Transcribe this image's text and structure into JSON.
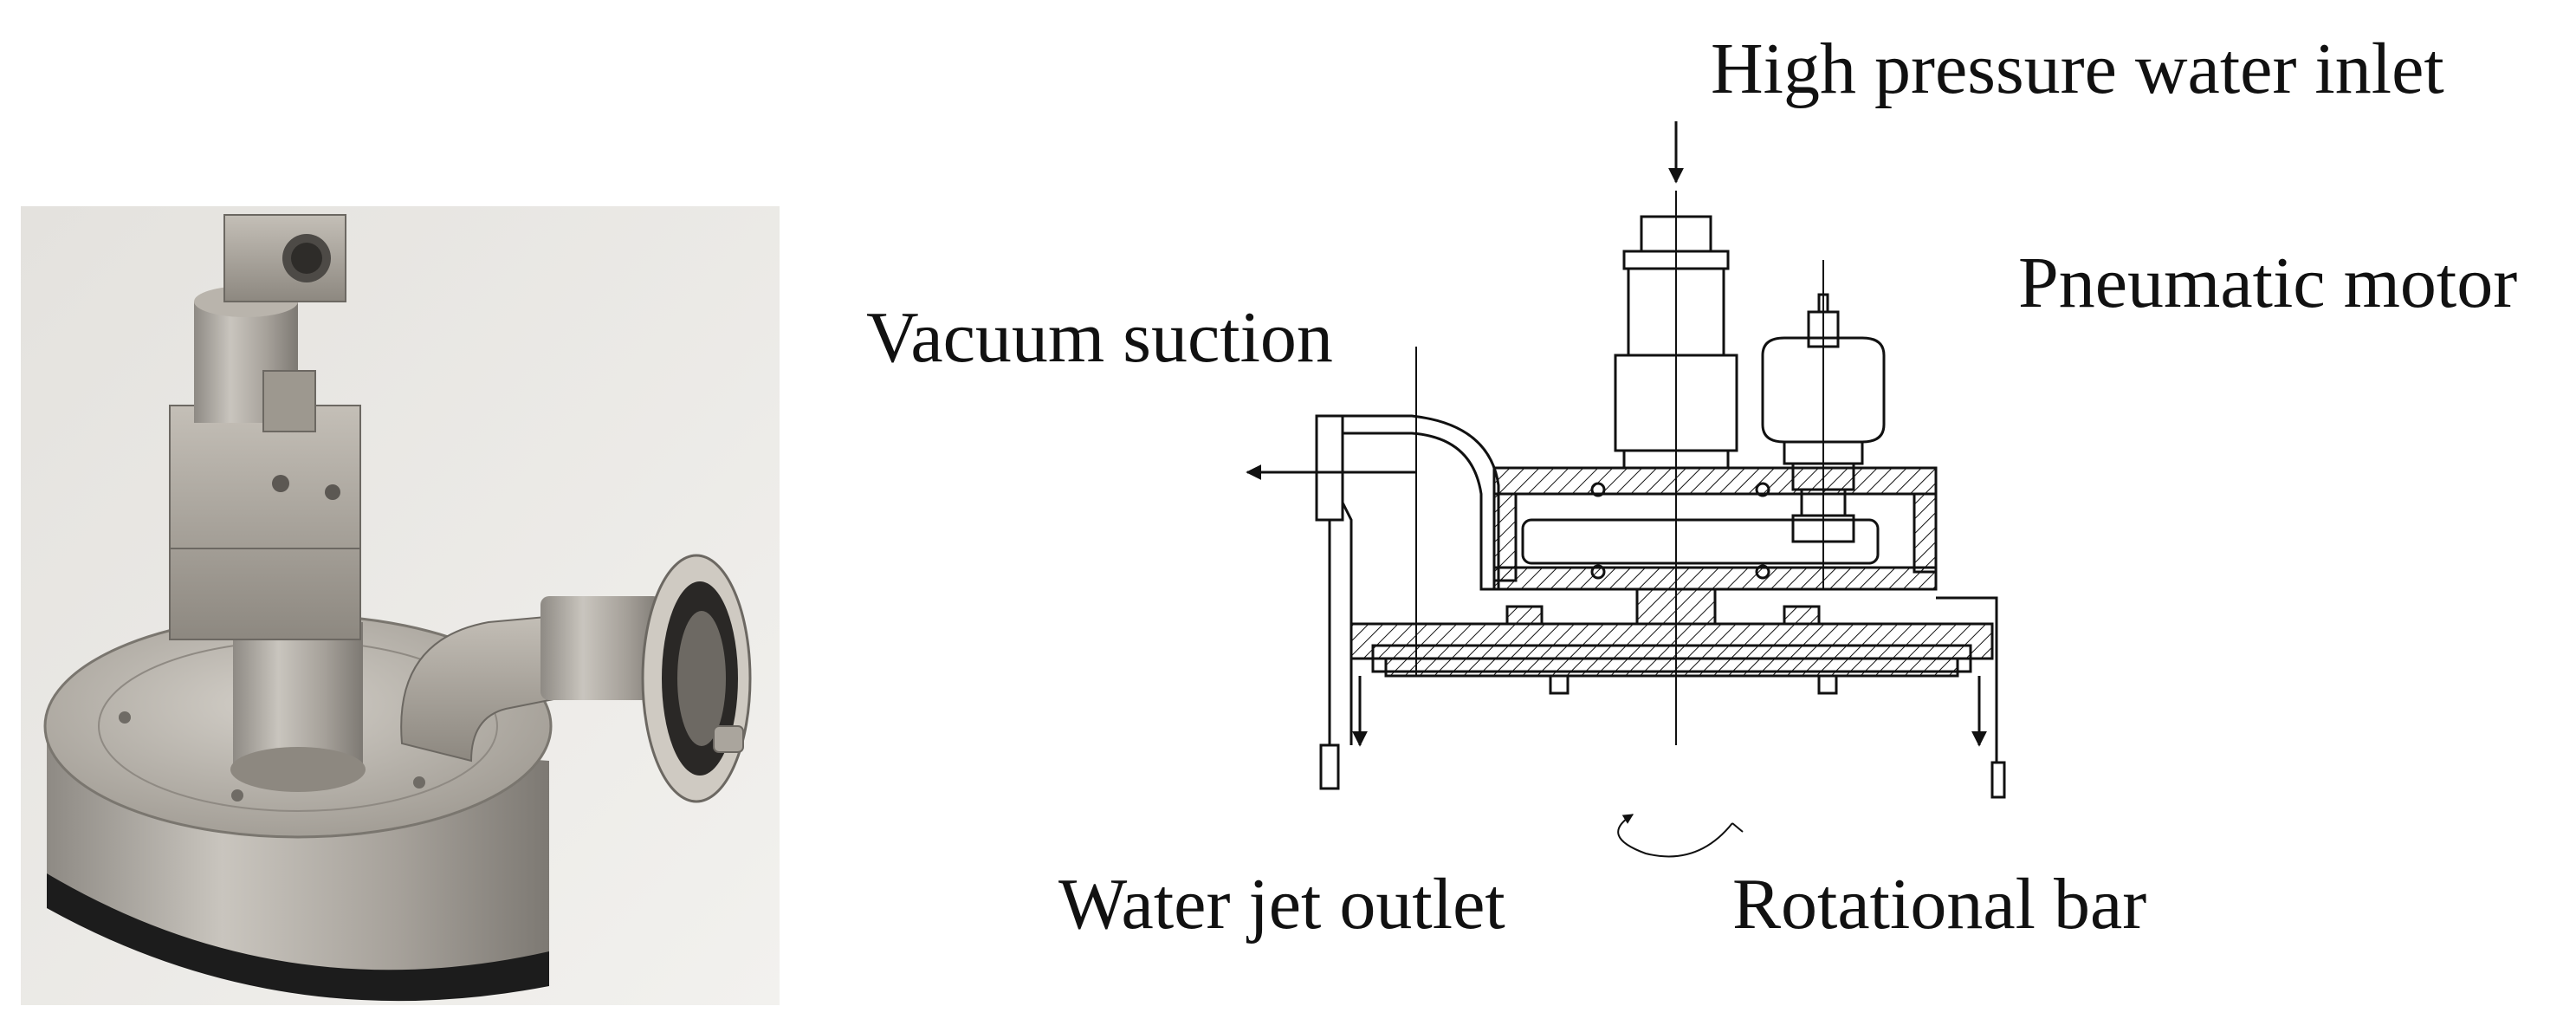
{
  "labels": {
    "high_pressure_inlet": "High pressure water inlet",
    "pneumatic_motor": "Pneumatic motor",
    "vacuum_suction": "Vacuum suction",
    "water_jet_outlet": "Water jet outlet",
    "rotational_bar": "Rotational bar"
  },
  "colors": {
    "ink": "#111111",
    "background": "#ffffff",
    "photo_backdrop": "#e9e7e3",
    "metal": "#b3aea6",
    "rubber": "#1c1c1c"
  }
}
